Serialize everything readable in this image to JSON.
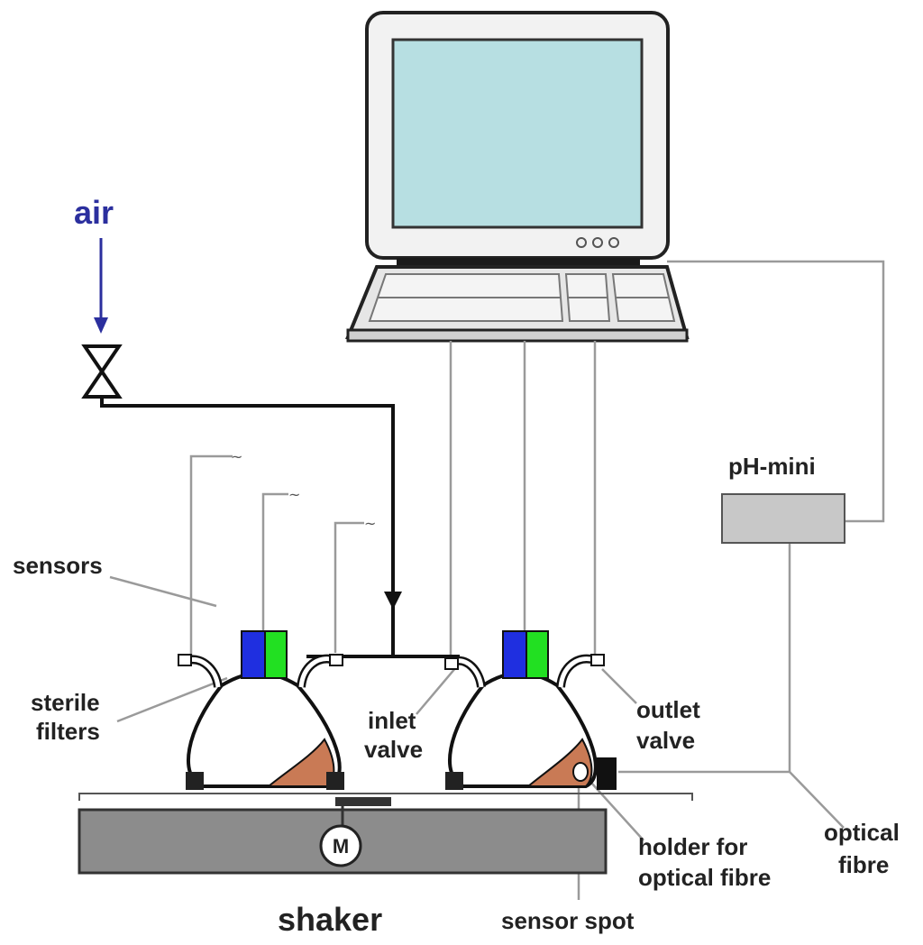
{
  "labels": {
    "air": "air",
    "ph_mini": "pH-mini",
    "sensors": "sensors",
    "sterile_filters": [
      "sterile",
      "filters"
    ],
    "inlet_valve": [
      "inlet",
      "valve"
    ],
    "outlet_valve": [
      "outlet",
      "valve"
    ],
    "holder": [
      "holder for",
      "optical fibre"
    ],
    "optical_fibre": [
      "optical",
      "fibre"
    ],
    "shaker": "shaker",
    "sensor_spot": "sensor spot",
    "motor": "M"
  },
  "colors": {
    "air": "#2b2f9e",
    "screen": "#b7dfe2",
    "sensor_blue": "#1f2fe0",
    "sensor_green": "#22e022",
    "culture": "#c97a55",
    "shaker": "#8c8c8c",
    "ph_box": "#c8c8c8",
    "line": "#9a9a9a",
    "dark_line": "#1a1a1a"
  }
}
